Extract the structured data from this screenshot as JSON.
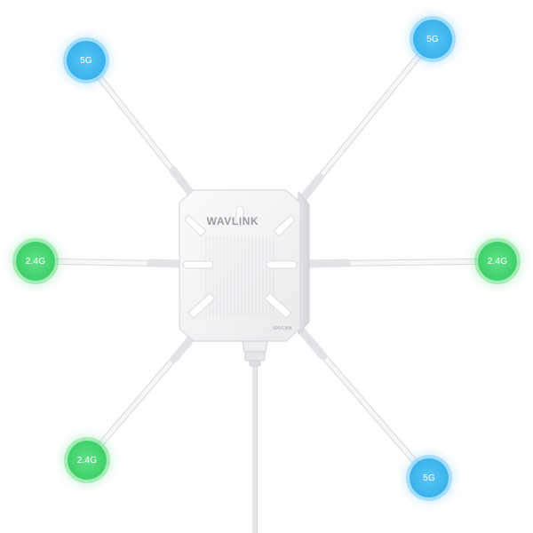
{
  "brand": {
    "logo_text": "WAVLINK",
    "side_label": "WAVLINK"
  },
  "colors": {
    "band_5g": "#3fb6ee",
    "band_24g": "#45d46f",
    "device_body": "#f4f4f5"
  },
  "antennas": [
    {
      "id": "top-left",
      "band": "5G"
    },
    {
      "id": "top-right",
      "band": "5G"
    },
    {
      "id": "left",
      "band": "2.4G"
    },
    {
      "id": "right",
      "band": "2.4G"
    },
    {
      "id": "bottom-left",
      "band": "2.4G"
    },
    {
      "id": "bottom-right",
      "band": "5G"
    }
  ]
}
